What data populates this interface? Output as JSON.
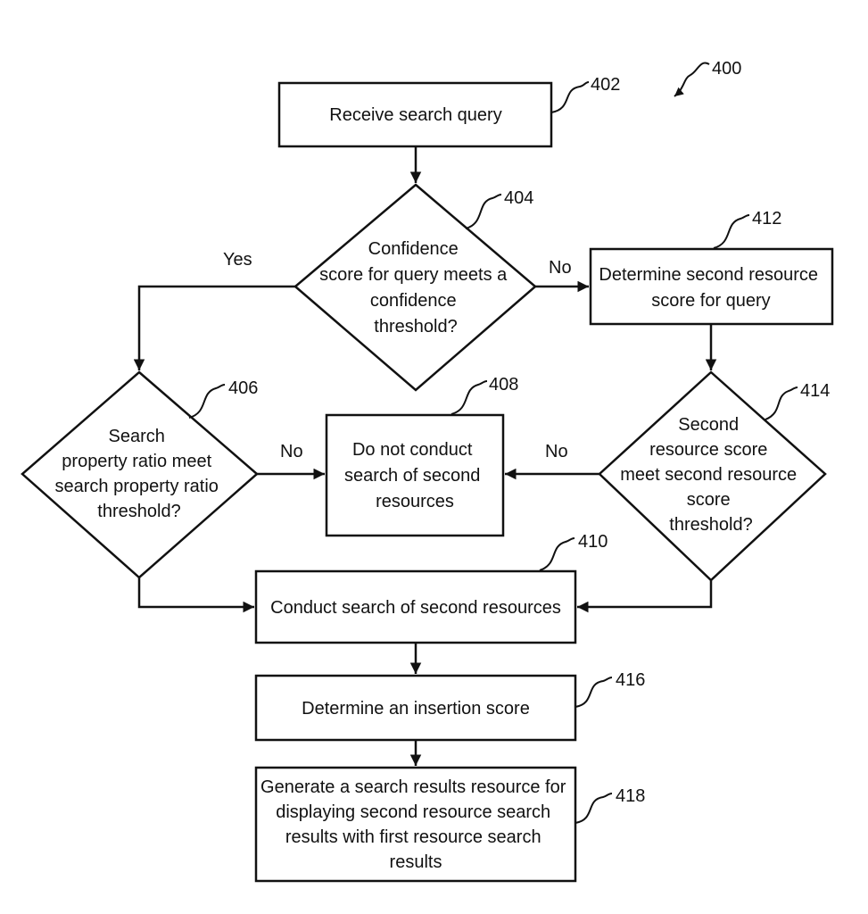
{
  "figure_ref": "400",
  "nodes": {
    "n402": {
      "ref": "402",
      "lines": [
        "Receive search query"
      ]
    },
    "n404": {
      "ref": "404",
      "lines": [
        "Confidence",
        "score for query meets a",
        "confidence",
        "threshold?"
      ]
    },
    "n412": {
      "ref": "412",
      "lines": [
        "Determine second resource",
        "score for query"
      ]
    },
    "n406": {
      "ref": "406",
      "lines": [
        "Search",
        "property ratio meet",
        "search property ratio",
        "threshold?"
      ]
    },
    "n408": {
      "ref": "408",
      "lines": [
        "Do not conduct",
        "search of second",
        "resources"
      ]
    },
    "n414": {
      "ref": "414",
      "lines": [
        "Second",
        "resource score",
        "meet second resource",
        "score",
        "threshold?"
      ]
    },
    "n410": {
      "ref": "410",
      "lines": [
        "Conduct search of second resources"
      ]
    },
    "n416": {
      "ref": "416",
      "lines": [
        "Determine an insertion score"
      ]
    },
    "n418": {
      "ref": "418",
      "lines": [
        "Generate a search results resource for",
        "displaying second resource search",
        "results with first resource search",
        "results"
      ]
    }
  },
  "edge_labels": {
    "yes_404": "Yes",
    "no_404": "No",
    "no_406": "No",
    "no_414": "No"
  }
}
